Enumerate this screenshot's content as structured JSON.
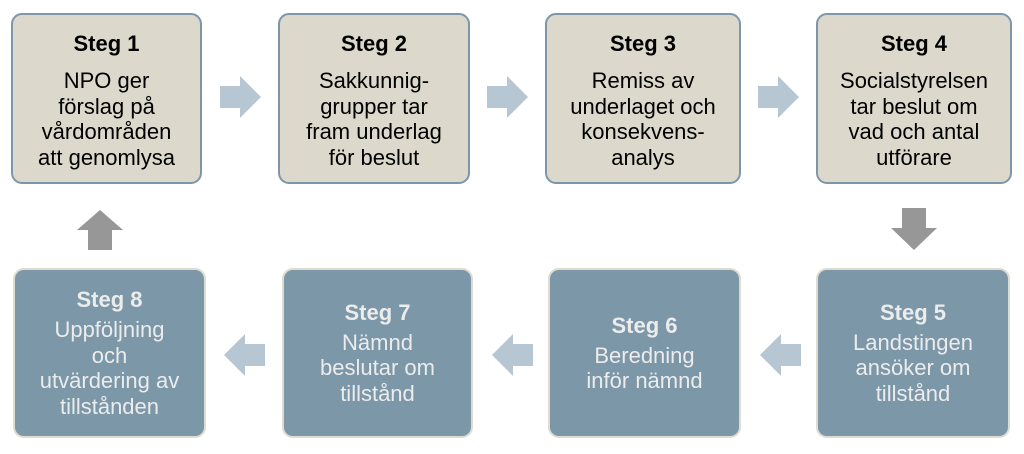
{
  "colors": {
    "top_fill": "#dcd9cc",
    "top_border": "#7d97a9",
    "bottom_fill": "#7b97a8",
    "bottom_border": "#dedbd0",
    "arrow_light": "#b6c7d3",
    "arrow_dark": "#979797"
  },
  "steps": [
    {
      "title": "Steg 1",
      "lines": [
        "NPO ger",
        "förslag på",
        "vårdområden",
        "att genomlysa"
      ]
    },
    {
      "title": "Steg 2",
      "lines": [
        "Sakkunnig-",
        "grupper tar",
        "fram underlag",
        "för beslut"
      ]
    },
    {
      "title": "Steg 3",
      "lines": [
        "Remiss av",
        "underlaget och",
        "konsekvens-",
        "analys"
      ]
    },
    {
      "title": "Steg 4",
      "lines": [
        "Socialstyrelsen",
        "tar beslut om",
        "vad och antal",
        "utförare"
      ]
    },
    {
      "title": "Steg 5",
      "lines": [
        "Landstingen",
        "ansöker om",
        "tillstånd"
      ]
    },
    {
      "title": "Steg 6",
      "lines": [
        "Beredning",
        "inför nämnd"
      ]
    },
    {
      "title": "Steg 7",
      "lines": [
        "Nämnd",
        "beslutar om",
        "tillstånd"
      ]
    },
    {
      "title": "Steg 8",
      "lines": [
        "Uppföljning",
        "och",
        "utvärdering av",
        "tillstånden"
      ]
    }
  ],
  "arrows": [
    {
      "direction": "right",
      "from": "Steg 1",
      "to": "Steg 2"
    },
    {
      "direction": "right",
      "from": "Steg 2",
      "to": "Steg 3"
    },
    {
      "direction": "right",
      "from": "Steg 3",
      "to": "Steg 4"
    },
    {
      "direction": "down",
      "from": "Steg 4",
      "to": "Steg 5"
    },
    {
      "direction": "left",
      "from": "Steg 5",
      "to": "Steg 6"
    },
    {
      "direction": "left",
      "from": "Steg 6",
      "to": "Steg 7"
    },
    {
      "direction": "left",
      "from": "Steg 7",
      "to": "Steg 8"
    },
    {
      "direction": "up",
      "from": "Steg 8",
      "to": "Steg 1"
    }
  ]
}
